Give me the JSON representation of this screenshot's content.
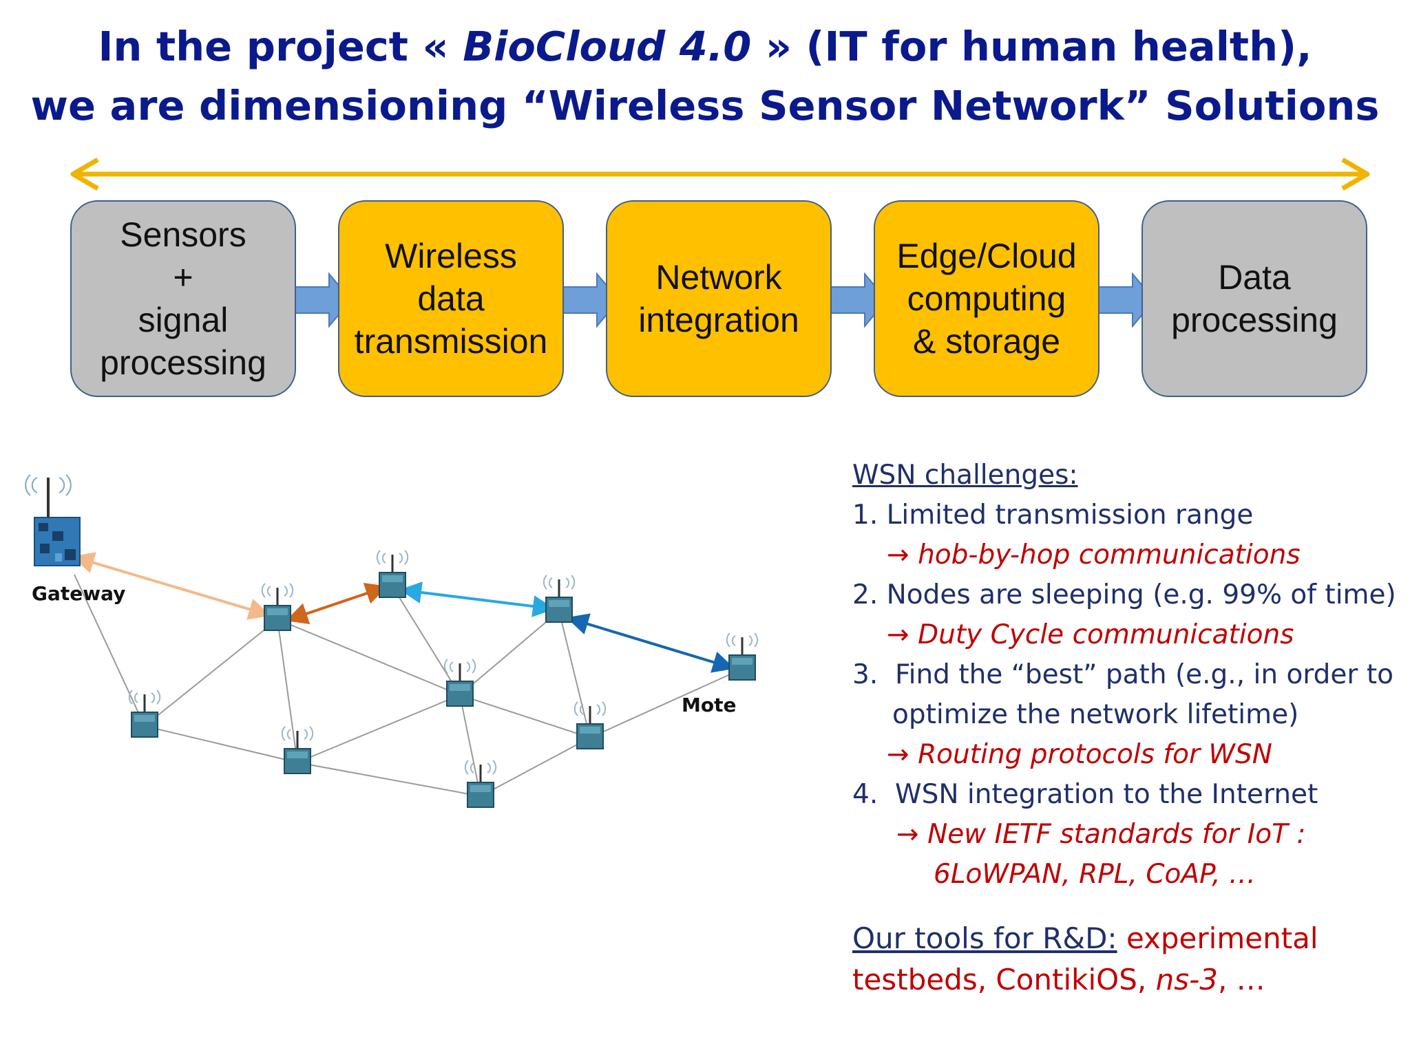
{
  "title": {
    "line1_pre": "In the project « ",
    "line1_italic": "BioCloud 4.0",
    "line1_post": " » (IT for human health),",
    "line2": "we are dimensioning “Wireless Sensor Network” Solutions"
  },
  "stages": [
    {
      "lines": [
        "Sensors",
        "+",
        "signal",
        "processing"
      ],
      "color": "#bfbfbf"
    },
    {
      "lines": [
        "Wireless",
        "data",
        "transmission"
      ],
      "color": "#ffc000"
    },
    {
      "lines": [
        "Network",
        "integration"
      ],
      "color": "#ffc000"
    },
    {
      "lines": [
        "Edge/Cloud",
        "computing",
        "& storage"
      ],
      "color": "#ffc000"
    },
    {
      "lines": [
        "Data",
        "processing"
      ],
      "color": "#bfbfbf"
    }
  ],
  "network": {
    "gateway_label": "Gateway",
    "mote_label": "Mote"
  },
  "challenges": {
    "heading": "WSN challenges:",
    "items": [
      {
        "num": "1.",
        "text": "Limited transmission range",
        "note": "hob-by-hop communications"
      },
      {
        "num": "2.",
        "text": "Nodes are sleeping (e.g. 99% of time)",
        "note": "Duty Cycle communications"
      },
      {
        "num": "3.",
        "text": "Find the “best” path (e.g., in order to",
        "text2": "optimize the network lifetime)",
        "note": "Routing protocols for WSN"
      },
      {
        "num": "4.",
        "text": "WSN integration to the Internet",
        "note": "New IETF standards for IoT :",
        "note2": "6LoWPAN, RPL, CoAP, …"
      }
    ]
  },
  "tools": {
    "label": "Our tools for R&D:",
    "text1": " experimental",
    "text2": "testbeds, ContikiOS, ",
    "italic": "ns-3",
    "text3": ", …"
  },
  "colors": {
    "title": "#0a1a8c",
    "accent_gold": "#ffc000",
    "arrow_gold": "#f0b400",
    "box_gray": "#bfbfbf",
    "flow_arrow": "#6f9fd8",
    "note_red": "#c00000",
    "text_navy": "#1f2f6a"
  }
}
